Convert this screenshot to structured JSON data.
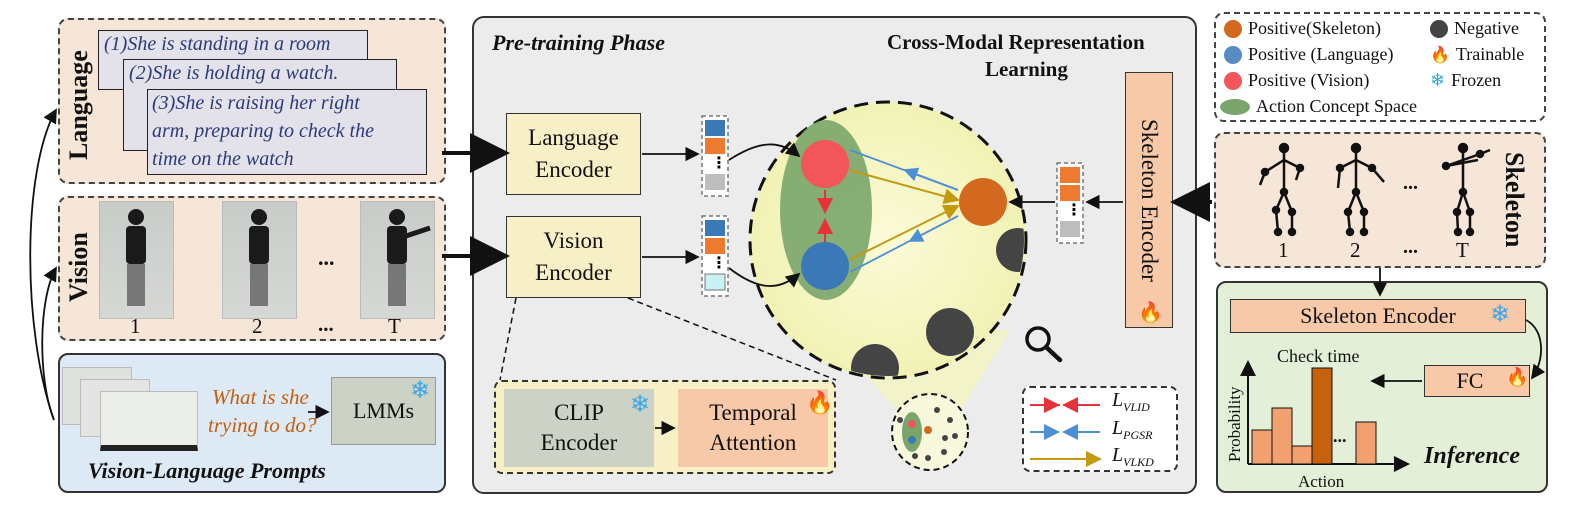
{
  "language": {
    "label": "Language",
    "sentences": [
      "(1)She is standing in a room",
      "(2)She is holding a watch.",
      "(3)She is raising her right",
      "arm, preparing to check the",
      "time on the watch"
    ]
  },
  "vision": {
    "label": "Vision",
    "frame_labels": [
      "1",
      "2",
      "...",
      "T"
    ],
    "ellipsis": "..."
  },
  "vlp": {
    "question_line1": "What is she",
    "question_line2": "trying to do?",
    "lmm_label": "LMMs",
    "title": "Vision-Language Prompts"
  },
  "pretraining": {
    "title": "Pre-training Phase",
    "crossmodal_line1": "Cross-Modal Representation",
    "crossmodal_line2": "Learning",
    "language_encoder": [
      "Language",
      "Encoder"
    ],
    "vision_encoder": [
      "Vision",
      "Encoder"
    ],
    "clip_encoder": [
      "CLIP",
      "Encoder"
    ],
    "temporal_attention": [
      "Temporal",
      "Attention"
    ],
    "skeleton_encoder": "Skeleton Encoder",
    "vdots": "⋮"
  },
  "losses": {
    "vlid": {
      "main": "L",
      "sub": "VLID"
    },
    "pgsr": {
      "main": "L",
      "sub": "PGSR"
    },
    "vlkd": {
      "main": "L",
      "sub": "VLKD"
    }
  },
  "legend": {
    "positive_skeleton": "Positive(Skeleton)",
    "positive_language": "Positive (Language)",
    "positive_vision": "Positive (Vision)",
    "action_concept_space": "Action Concept Space",
    "negative": "Negative",
    "trainable": "Trainable",
    "frozen": "Frozen"
  },
  "skeleton": {
    "label": "Skeleton",
    "frame_labels": [
      "1",
      "2",
      "...",
      "T"
    ],
    "ellipsis": "..."
  },
  "inference": {
    "skeleton_encoder": "Skeleton Encoder",
    "fc": "FC",
    "check_time": "Check time",
    "probability": "Probability",
    "action": "Action",
    "title": "Inference",
    "ellipsis": "..."
  },
  "colors": {
    "skeleton_orange": "#d2691e",
    "language_blue": "#3a78b8",
    "vision_red": "#f2555a",
    "concept_green": "#7aa56a",
    "negative_gray": "#444444",
    "vlid_red": "#e8323a",
    "pgsr_blue": "#4d8fd6",
    "vlkd_gold": "#c49a10",
    "flame": "#f07a20",
    "snow": "#3aa6e8"
  }
}
